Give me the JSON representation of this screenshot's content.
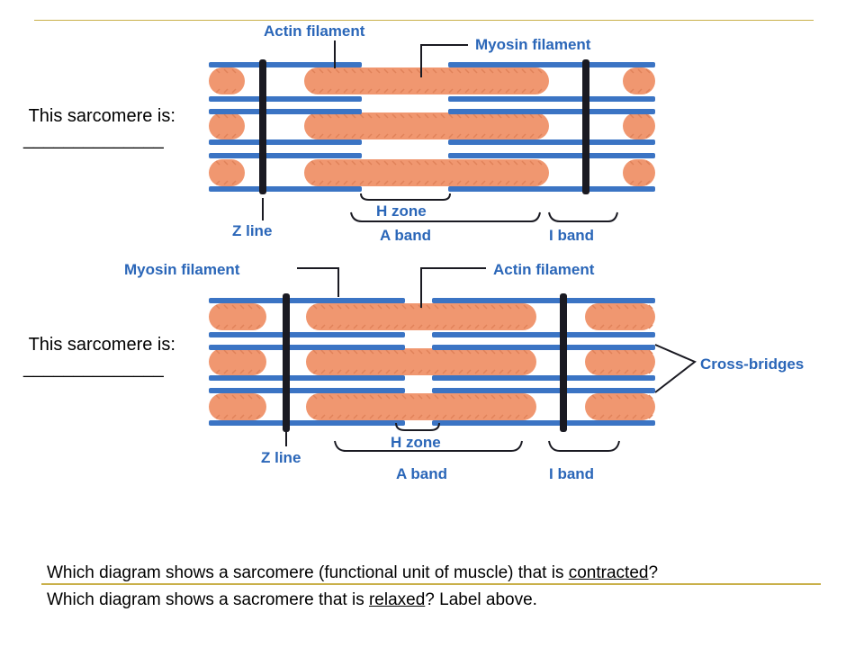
{
  "colors": {
    "actin": "#3b74c4",
    "myosin": "#f09770",
    "myosin_dark": "#e0825a",
    "zline": "#1a1a22",
    "label": "#2a66b8",
    "rule": "#c9b04a"
  },
  "diagram_top": {
    "labels": {
      "actin": "Actin filament",
      "myosin": "Myosin filament",
      "hzone": "H zone",
      "aband": "A band",
      "iband": "I band",
      "zline": "Z line"
    },
    "prompt": {
      "text": "This sarcomere is:",
      "blank": "______________"
    }
  },
  "diagram_bottom": {
    "labels": {
      "myosin": "Myosin filament",
      "actin": "Actin filament",
      "crossbridges": "Cross-bridges",
      "hzone": "H zone",
      "aband": "A band",
      "iband": "I band",
      "zline": "Z line"
    },
    "prompt": {
      "text": "This sarcomere is:",
      "blank": "______________"
    }
  },
  "questions": {
    "q1_pre": "Which diagram shows a sarcomere (functional unit of muscle) that is ",
    "q1_term": "contracted",
    "q1_post": "?",
    "q2_pre": "Which diagram shows a sacromere that is ",
    "q2_term": "relaxed",
    "q2_post": "?  Label above."
  }
}
